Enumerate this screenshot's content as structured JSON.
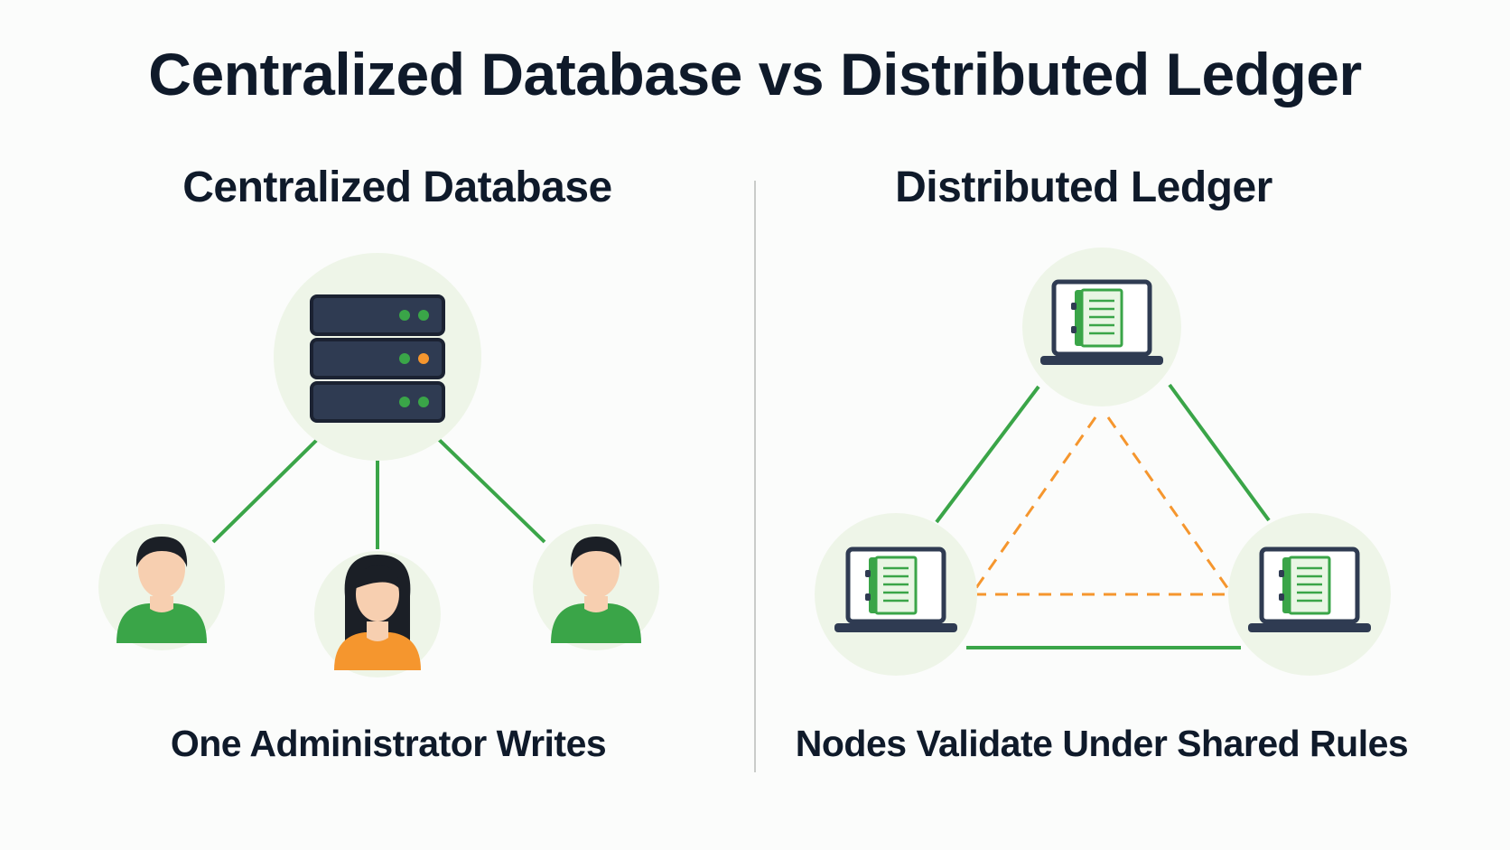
{
  "title": "Centralized Database vs Distributed Ledger",
  "left": {
    "heading": "Centralized Database",
    "caption": "One Administrator Writes",
    "icons": [
      "server-icon",
      "user-male-icon",
      "user-female-icon",
      "user-male-icon"
    ]
  },
  "right": {
    "heading": "Distributed Ledger",
    "caption": "Nodes Validate Under Shared Rules",
    "icons": [
      "laptop-ledger-icon",
      "laptop-ledger-icon",
      "laptop-ledger-icon"
    ]
  },
  "colors": {
    "dark_navy": "#2f3b52",
    "accent_green": "#3aa548",
    "accent_orange": "#f5962e",
    "halo": "#eef5e8",
    "skin": "#f7cfb0",
    "hair": "#1b1f26"
  }
}
